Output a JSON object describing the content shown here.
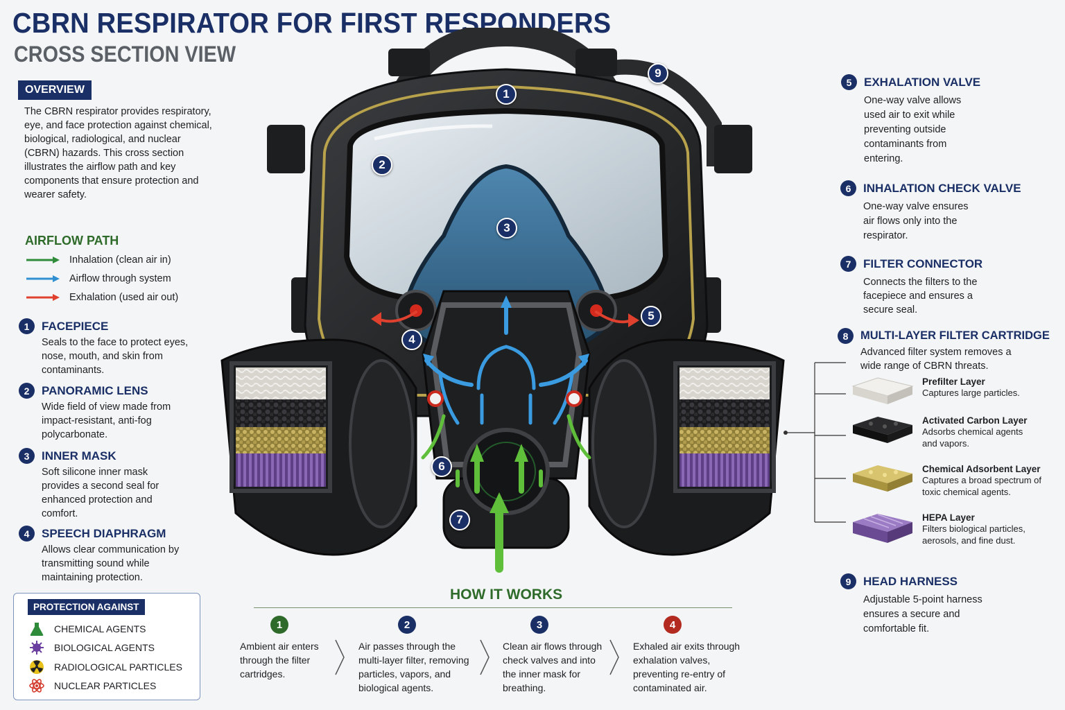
{
  "header": {
    "title": "CBRN RESPIRATOR FOR FIRST RESPONDERS",
    "subtitle": "CROSS SECTION VIEW"
  },
  "overview": {
    "tag": "OVERVIEW",
    "text": "The CBRN respirator provides respiratory, eye, and face protection against chemical, biological, radiological, and nuclear (CBRN) hazards. This cross section illustrates the airflow path and key components that ensure protection and wearer safety."
  },
  "airflow": {
    "title": "AIRFLOW PATH",
    "items": [
      {
        "label": "Inhalation (clean air in)",
        "color": "#2e8b3a"
      },
      {
        "label": "Airflow through system",
        "color": "#2f8fd1"
      },
      {
        "label": "Exhalation (used air out)",
        "color": "#e0412f"
      }
    ]
  },
  "components_left": [
    {
      "num": "1",
      "title": "FACEPIECE",
      "desc": "Seals to the face to protect eyes, nose, mouth, and skin from contaminants."
    },
    {
      "num": "2",
      "title": "PANORAMIC LENS",
      "desc": "Wide field of view made from impact-resistant, anti-fog polycarbonate."
    },
    {
      "num": "3",
      "title": "INNER MASK",
      "desc": "Soft silicone inner mask provides a second seal for enhanced protection and comfort."
    },
    {
      "num": "4",
      "title": "SPEECH DIAPHRAGM",
      "desc": "Allows clear communication by transmitting sound while maintaining protection."
    }
  ],
  "components_right": [
    {
      "num": "5",
      "title": "EXHALATION VALVE",
      "desc": "One-way valve allows used air to exit while preventing outside contaminants from entering."
    },
    {
      "num": "6",
      "title": "INHALATION CHECK VALVE",
      "desc": "One-way valve ensures air flows only into the respirator."
    },
    {
      "num": "7",
      "title": "FILTER CONNECTOR",
      "desc": "Connects the filters to the facepiece and ensures a secure seal."
    },
    {
      "num": "8",
      "title": "MULTI-LAYER FILTER CARTRIDGE",
      "desc": "Advanced filter system removes a wide range of CBRN threats."
    },
    {
      "num": "9",
      "title": "HEAD HARNESS",
      "desc": "Adjustable 5-point harness ensures a secure and comfortable fit."
    }
  ],
  "filter_layers": [
    {
      "title": "Prefilter Layer",
      "desc": "Captures large particles.",
      "color": "#e8e6e2"
    },
    {
      "title": "Activated Carbon Layer",
      "desc": "Adsorbs chemical agents and vapors.",
      "color": "#2a2a2c"
    },
    {
      "title": "Chemical Adsorbent Layer",
      "desc": "Captures a broad spectrum of toxic chemical agents.",
      "color": "#c9b463"
    },
    {
      "title": "HEPA Layer",
      "desc": "Filters biological particles, aerosols, and fine dust.",
      "color": "#7a5a9e"
    }
  ],
  "protection": {
    "tag": "PROTECTION AGAINST",
    "items": [
      {
        "label": "CHEMICAL AGENTS",
        "icon": "flask-icon",
        "color": "#2e8b3a"
      },
      {
        "label": "BIOLOGICAL AGENTS",
        "icon": "virus-icon",
        "color": "#6b3fa0"
      },
      {
        "label": "RADIOLOGICAL PARTICLES",
        "icon": "radiation-icon",
        "color": "#e8c21a"
      },
      {
        "label": "NUCLEAR PARTICLES",
        "icon": "atom-icon",
        "color": "#d33a2c"
      }
    ]
  },
  "how_it_works": {
    "title": "HOW IT WORKS",
    "steps": [
      {
        "num": "1",
        "text": "Ambient air enters through the filter cartridges.",
        "color": "#2e6b2a"
      },
      {
        "num": "2",
        "text": "Air passes through the multi-layer filter, removing particles, vapors, and biological agents.",
        "color": "#1a2f66"
      },
      {
        "num": "3",
        "text": "Clean air flows through check valves and into the inner mask for breathing.",
        "color": "#1a2f66"
      },
      {
        "num": "4",
        "text": "Exhaled air exits through exhalation valves, preventing re-entry of contaminated air.",
        "color": "#b32a20"
      }
    ]
  },
  "callouts": [
    "1",
    "2",
    "3",
    "4",
    "5",
    "6",
    "7",
    "9"
  ]
}
